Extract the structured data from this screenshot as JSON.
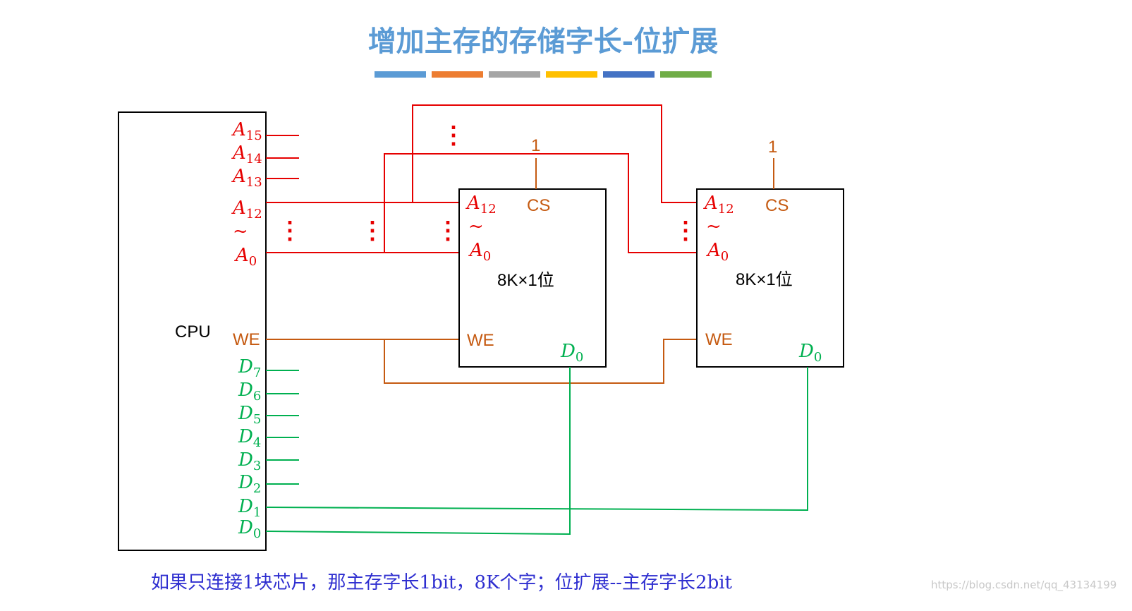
{
  "title": "增加主存的存储字长-位扩展",
  "colors": {
    "title": "#5b9bd5",
    "address_lines": "#e60000",
    "control_lines": "#c55a11",
    "data_lines": "#00b050",
    "caption": "#2f2fd0",
    "divider_bars": [
      "#5b9bd5",
      "#ed7d31",
      "#a5a5a5",
      "#ffc000",
      "#4472c4",
      "#70ad47"
    ]
  },
  "cpu": {
    "label": "CPU",
    "address_pins": {
      "a15": {
        "base": "A",
        "sub": "15"
      },
      "a14": {
        "base": "A",
        "sub": "14"
      },
      "a13": {
        "base": "A",
        "sub": "13"
      },
      "a12": {
        "base": "A",
        "sub": "12"
      },
      "a0": {
        "base": "A",
        "sub": "0"
      }
    },
    "range_mark": "~",
    "we_label": "WE",
    "data_pins": [
      {
        "base": "D",
        "sub": "7"
      },
      {
        "base": "D",
        "sub": "6"
      },
      {
        "base": "D",
        "sub": "5"
      },
      {
        "base": "D",
        "sub": "4"
      },
      {
        "base": "D",
        "sub": "3"
      },
      {
        "base": "D",
        "sub": "2"
      },
      {
        "base": "D",
        "sub": "1"
      },
      {
        "base": "D",
        "sub": "0"
      }
    ]
  },
  "chips": [
    {
      "name": "8K×1位",
      "cs_label": "CS",
      "cs_value": "1",
      "a12": {
        "base": "A",
        "sub": "12"
      },
      "a0": {
        "base": "A",
        "sub": "0"
      },
      "range_mark": "~",
      "we_label": "WE",
      "d0": {
        "base": "D",
        "sub": "0"
      }
    },
    {
      "name": "8K×1位",
      "cs_label": "CS",
      "cs_value": "1",
      "a12": {
        "base": "A",
        "sub": "12"
      },
      "a0": {
        "base": "A",
        "sub": "0"
      },
      "range_mark": "~",
      "we_label": "WE",
      "d0": {
        "base": "D",
        "sub": "0"
      }
    }
  ],
  "ellipsis": "⋮",
  "caption": "如果只连接1块芯片，那主存字长1bit，8K个字；位扩展--主存字长2bit",
  "watermark": "https://blog.csdn.net/qq_43134199"
}
